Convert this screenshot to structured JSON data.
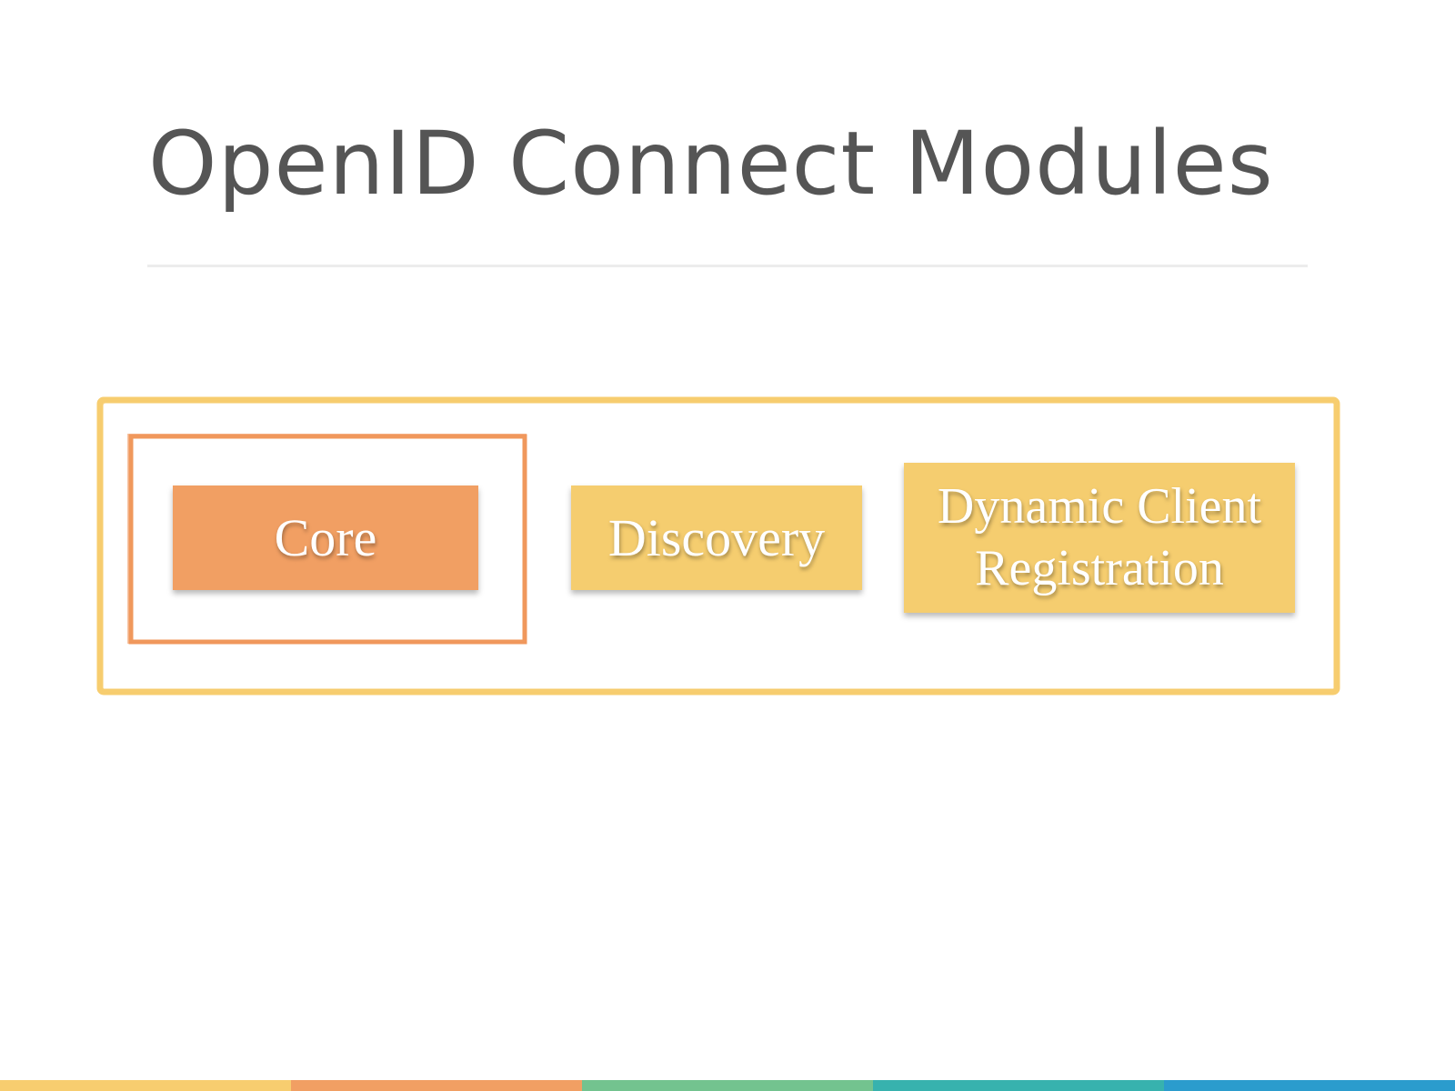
{
  "slide": {
    "title": "OpenID Connect Modules"
  },
  "diagram": {
    "colors": {
      "outer_frame": "#f7cd6f",
      "highlight_frame": "#f0985c",
      "primary_module": "#f19f63",
      "secondary_module": "#f5cd6f"
    },
    "modules": [
      {
        "id": "core",
        "label": "Core",
        "highlighted": true
      },
      {
        "id": "discovery",
        "label": "Discovery",
        "highlighted": false
      },
      {
        "id": "dynamic-client-registration",
        "label": "Dynamic Client Registration",
        "highlighted": false
      }
    ]
  },
  "footer": {
    "color_bar": [
      "#f7cd6f",
      "#f19f63",
      "#73c38f",
      "#37b2ae",
      "#2b9ccd"
    ]
  }
}
